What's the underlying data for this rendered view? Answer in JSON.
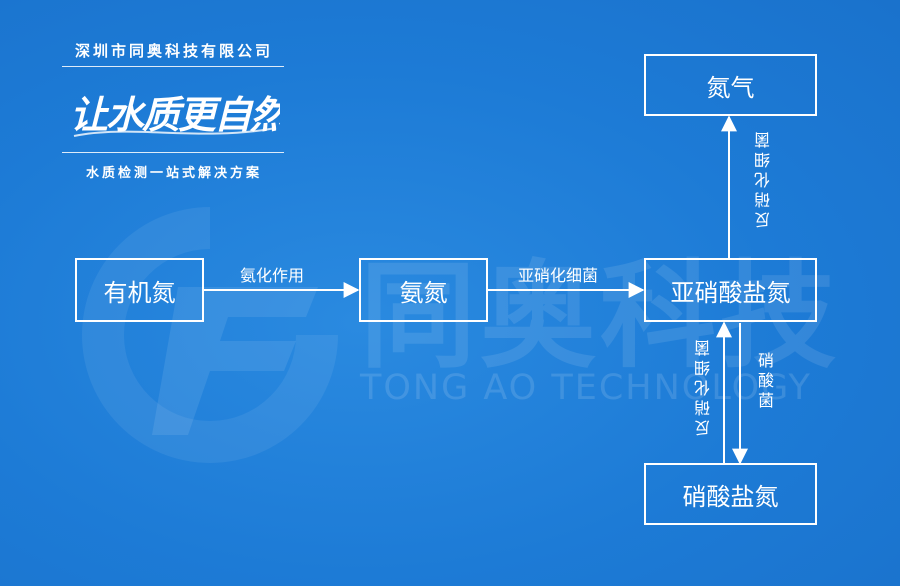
{
  "brand": {
    "company": "深圳市同奥科技有限公司",
    "slogan": "让水质更自然",
    "subtitle": "水质检测一站式解决方案"
  },
  "watermark": {
    "cn": "同奥科技",
    "en": "TONG AO TECHNOLOGY"
  },
  "diagram": {
    "nodes": {
      "organic_nitrogen": "有机氮",
      "ammonia_nitrogen": "氨氮",
      "nitrite_nitrogen": "亚硝酸盐氮",
      "nitrogen_gas": "氮气",
      "nitrate_nitrogen": "硝酸盐氮"
    },
    "edges": {
      "ammonification": "氨化作用",
      "nitrite_bacteria": "亚硝化细菌",
      "denitrifying_bacteria_top": "反硝化细菌",
      "denitrifying_bacteria_bottom": "反硝化细菌",
      "nitrate_bacteria": "硝酸菌"
    }
  },
  "colors": {
    "background": "#1f7fd9",
    "foreground": "#ffffff"
  }
}
